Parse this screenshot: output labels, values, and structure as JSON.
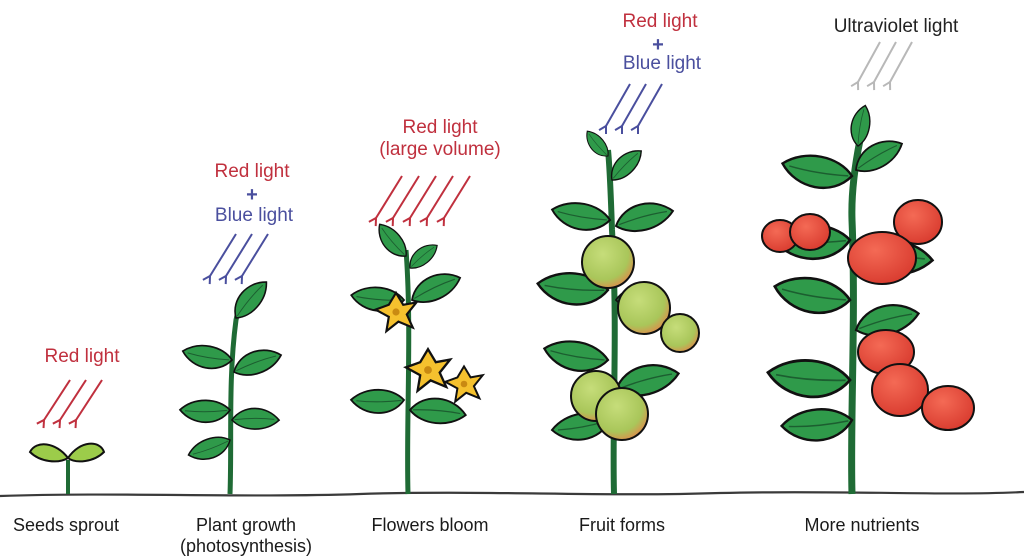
{
  "stages": [
    {
      "name": "Seeds sprout"
    },
    {
      "name": "Plant growth",
      "name2": "(photosynthesis)"
    },
    {
      "name": "Flowers bloom"
    },
    {
      "name": "Fruit forms"
    },
    {
      "name": "More nutrients"
    }
  ],
  "lights": {
    "s1": {
      "line1": "Red light"
    },
    "s2": {
      "line1": "Red light",
      "plus": "+",
      "line2": "Blue light"
    },
    "s3": {
      "line1": "Red light",
      "line2": "(large volume)"
    },
    "s4": {
      "line1": "Red light",
      "plus": "+",
      "line2": "Blue light"
    },
    "s5": {
      "line1": "Ultraviolet light"
    }
  },
  "colors": {
    "red_light": "#c0303e",
    "blue_light": "#4a4f9e",
    "uv_light": "#b8b8b8",
    "leaf": "#2f9a4a",
    "stem": "#1f6b35",
    "flower": "#f5c12e",
    "tomato_ripe": "#e8473a",
    "tomato_unripe": "#a9c65a"
  }
}
